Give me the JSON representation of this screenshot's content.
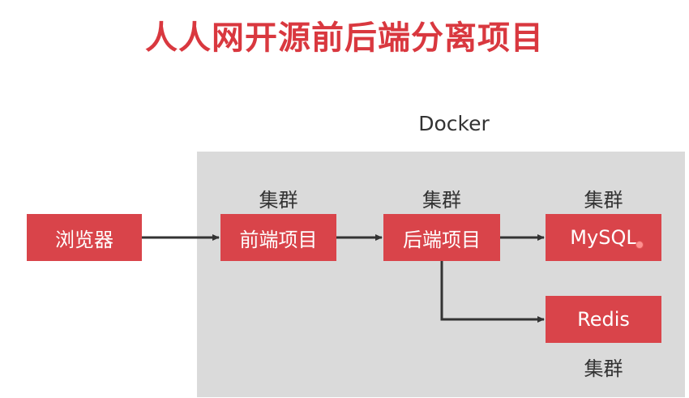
{
  "title": "人人网开源前后端分离项目",
  "docker_label": "Docker",
  "nodes": {
    "browser": "浏览器",
    "frontend": "前端项目",
    "backend": "后端项目",
    "mysql": "MySQL",
    "redis": "Redis"
  },
  "clusters": {
    "frontend": "集群",
    "backend": "集群",
    "mysql": "集群",
    "redis": "集群"
  },
  "edges": [
    {
      "from": "browser",
      "to": "frontend"
    },
    {
      "from": "frontend",
      "to": "backend"
    },
    {
      "from": "backend",
      "to": "mysql"
    },
    {
      "from": "backend",
      "to": "redis"
    }
  ],
  "colors": {
    "title": "#d9383f",
    "node_fill": "#d9444a",
    "panel": "#dadada",
    "edge": "#333333"
  }
}
